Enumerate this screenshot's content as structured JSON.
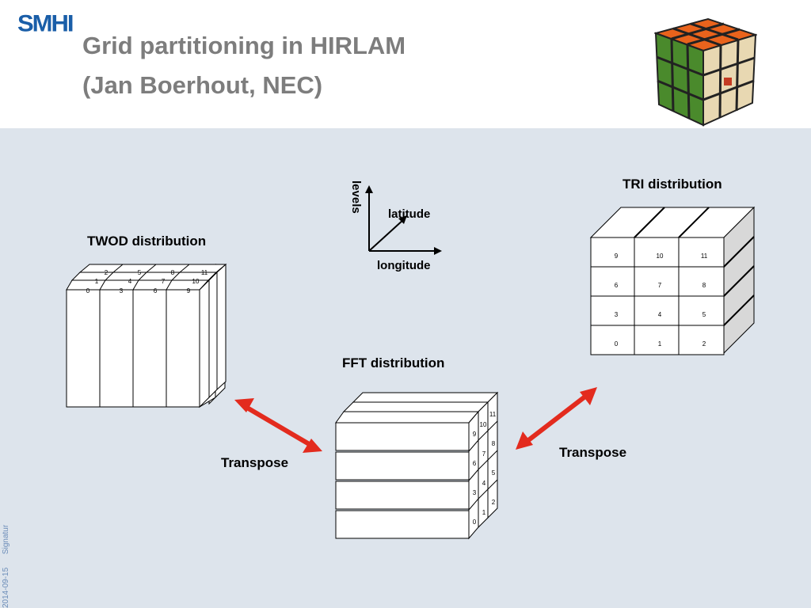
{
  "header": {
    "logo_text": "SMHI",
    "title_line1": "Grid partitioning in HIRLAM",
    "title_line2": "(Jan Boerhout, NEC)"
  },
  "axes": {
    "levels": "levels",
    "latitude": "latitude",
    "longitude": "longitude"
  },
  "twod": {
    "title": "TWOD distribution",
    "labels": [
      "0",
      "1",
      "2",
      "3",
      "4",
      "5",
      "6",
      "7",
      "8",
      "9",
      "10",
      "11"
    ]
  },
  "fft": {
    "title": "FFT distribution",
    "labels": [
      "0",
      "1",
      "2",
      "3",
      "4",
      "5",
      "6",
      "7",
      "8",
      "9",
      "10",
      "11"
    ]
  },
  "tri": {
    "title": "TRI distribution",
    "labels": [
      "0",
      "1",
      "2",
      "3",
      "4",
      "5",
      "6",
      "7",
      "8",
      "9",
      "10",
      "11"
    ]
  },
  "transpose_left": "Transpose",
  "transpose_right": "Transpose",
  "footer": {
    "date": "2014-09-15",
    "signature": "Signatur"
  },
  "colors": {
    "arrow": "#e32b1e",
    "background": "#dde4ec",
    "title": "#7d7d7d",
    "logo": "#1a5ea8"
  }
}
